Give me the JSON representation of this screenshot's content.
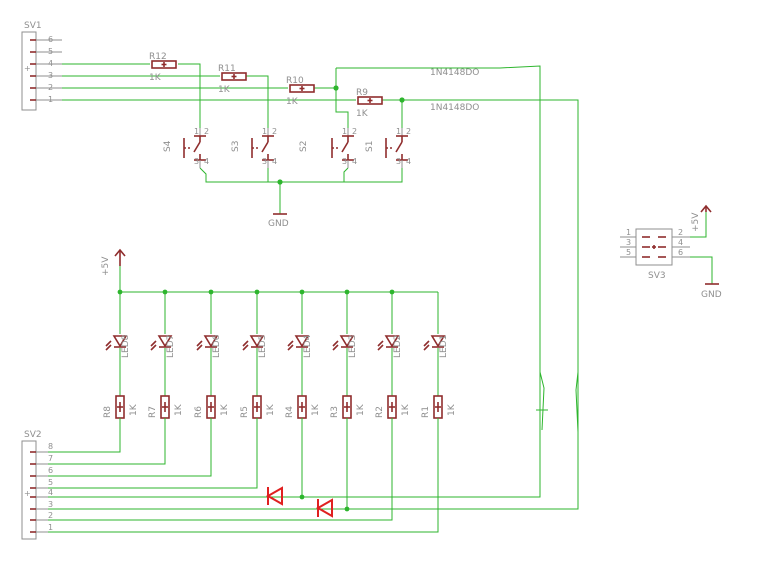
{
  "connectors": {
    "sv1": {
      "name": "SV1",
      "pins": [
        "6",
        "5",
        "4",
        "3",
        "2",
        "1"
      ],
      "plus": "+"
    },
    "sv2": {
      "name": "SV2",
      "pins": [
        "8",
        "7",
        "6",
        "5",
        "4",
        "3",
        "2",
        "1"
      ],
      "plus": "+"
    },
    "sv3": {
      "name": "SV3",
      "left_pins": [
        "1",
        "3",
        "5"
      ],
      "right_pins": [
        "2",
        "4",
        "6"
      ]
    }
  },
  "switch_resistors": [
    {
      "name": "R12",
      "value": "1K"
    },
    {
      "name": "R11",
      "value": "1K"
    },
    {
      "name": "R10",
      "value": "1K"
    },
    {
      "name": "R9",
      "value": "1K"
    }
  ],
  "switches": [
    {
      "name": "S4",
      "pins": [
        "1",
        "2",
        "3",
        "4"
      ]
    },
    {
      "name": "S3",
      "pins": [
        "1",
        "2",
        "3",
        "4"
      ]
    },
    {
      "name": "S2",
      "pins": [
        "1",
        "2",
        "3",
        "4"
      ]
    },
    {
      "name": "S1",
      "pins": [
        "1",
        "2",
        "3",
        "4"
      ]
    }
  ],
  "leds": [
    "LED8",
    "LED7",
    "LED6",
    "LED5",
    "LED4",
    "LED3",
    "LED2",
    "LED1"
  ],
  "led_resistors": [
    {
      "name": "R8",
      "value": "1K"
    },
    {
      "name": "R7",
      "value": "1K"
    },
    {
      "name": "R6",
      "value": "1K"
    },
    {
      "name": "R5",
      "value": "1K"
    },
    {
      "name": "R4",
      "value": "1K"
    },
    {
      "name": "R3",
      "value": "1K"
    },
    {
      "name": "R2",
      "value": "1K"
    },
    {
      "name": "R1",
      "value": "1K"
    }
  ],
  "diodes": [
    "1N4148DO",
    "1N4148DO"
  ],
  "power": {
    "vcc": "+5V",
    "gnd": "GND"
  }
}
